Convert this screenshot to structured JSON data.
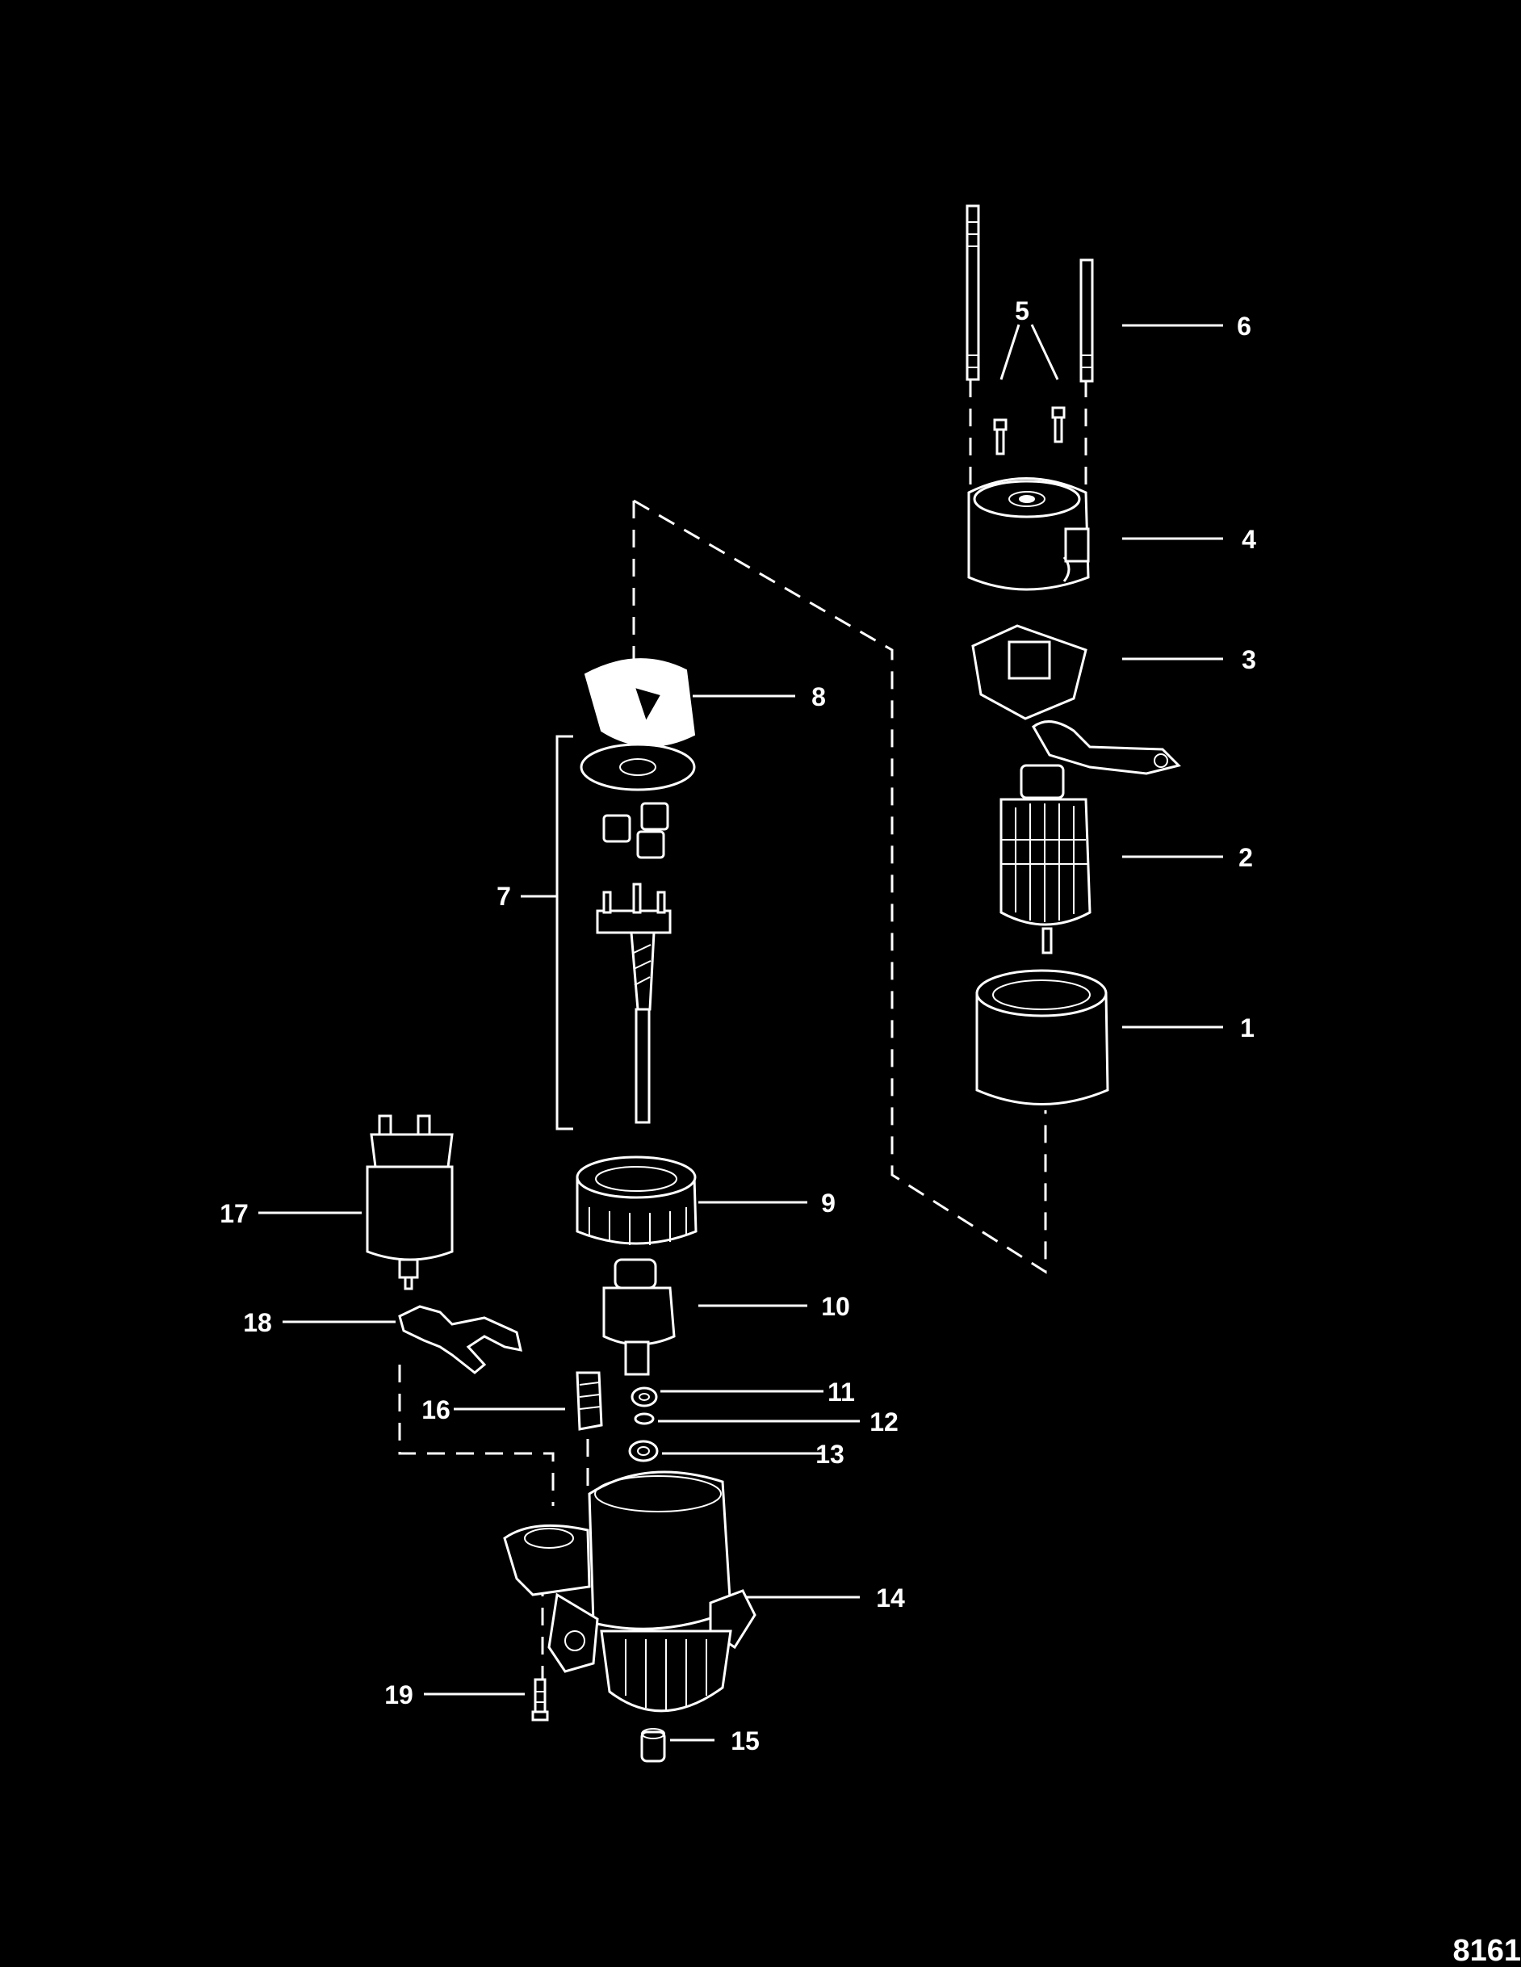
{
  "callouts": [
    {
      "id": "1",
      "label": "1"
    },
    {
      "id": "2",
      "label": "2"
    },
    {
      "id": "3",
      "label": "3"
    },
    {
      "id": "4",
      "label": "4"
    },
    {
      "id": "5",
      "label": "5"
    },
    {
      "id": "6",
      "label": "6"
    },
    {
      "id": "7",
      "label": "7"
    },
    {
      "id": "8",
      "label": "8"
    },
    {
      "id": "9",
      "label": "9"
    },
    {
      "id": "10",
      "label": "10"
    },
    {
      "id": "11",
      "label": "11"
    },
    {
      "id": "12",
      "label": "12"
    },
    {
      "id": "13",
      "label": "13"
    },
    {
      "id": "14",
      "label": "14"
    },
    {
      "id": "15",
      "label": "15"
    },
    {
      "id": "16",
      "label": "16"
    },
    {
      "id": "17",
      "label": "17"
    },
    {
      "id": "18",
      "label": "18"
    },
    {
      "id": "19",
      "label": "19"
    }
  ],
  "figure_number": "8161",
  "colors": {
    "background": "#000000",
    "line": "#ffffff"
  }
}
